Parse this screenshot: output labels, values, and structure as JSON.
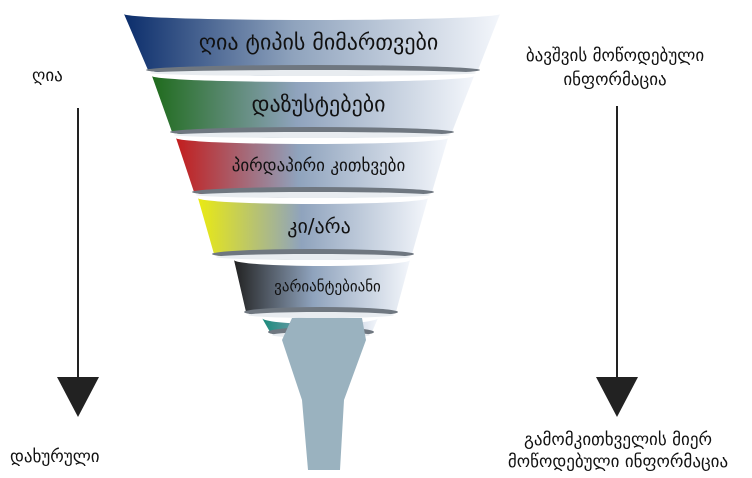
{
  "funnel": {
    "stages": [
      {
        "label": "ღია ტიპის მიმართვები",
        "color": "#0b2d6b"
      },
      {
        "label": "დაზუსტებები",
        "color": "#1f6b1c"
      },
      {
        "label": "პირდაპირი კითხვები",
        "color": "#c21d1d"
      },
      {
        "label": "კი/არა",
        "color": "#eaea12"
      },
      {
        "label": "ვარიანტებიანი",
        "color": "#222222"
      },
      {
        "label": "",
        "color": "#1a8a7a"
      }
    ]
  },
  "left": {
    "top_label": "ღია",
    "bottom_label": "დახურული"
  },
  "right": {
    "top_label": "ბავშვის მოწოდებული\nინფორმაცია",
    "bottom_label": "გამომკითხველის მიერ\nმოწოდებული ინფორმაცია"
  }
}
